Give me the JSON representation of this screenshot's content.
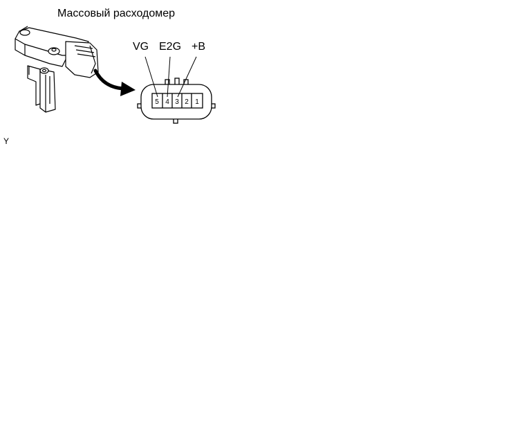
{
  "title": "Массовый расходомер",
  "terminal_labels": {
    "vg": "VG",
    "e2g": "E2G",
    "plus_b": "+B"
  },
  "pins": [
    "5",
    "4",
    "3",
    "2",
    "1"
  ],
  "corner_mark": "Y"
}
